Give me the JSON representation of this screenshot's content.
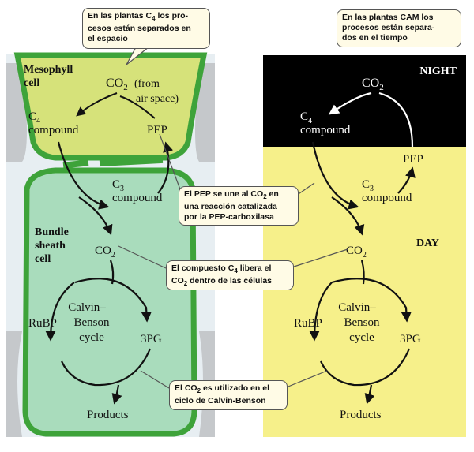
{
  "c4_panel": {
    "mesophyll_label_1": "Mesophyll",
    "mesophyll_label_2": "cell",
    "co2_source": "CO",
    "co2_source_sub": "2",
    "co2_from_1": "(from",
    "co2_from_2": "air space)",
    "c4_compound_a": "C",
    "c4_compound_sub": "4",
    "c4_compound_b": "compound",
    "pep": "PEP",
    "c3_compound_a": "C",
    "c3_compound_sub": "3",
    "c3_compound_b": "compound",
    "bundle_label_1": "Bundle",
    "bundle_label_2": "sheath",
    "bundle_label_3": "cell",
    "co2_inner": "CO",
    "co2_inner_sub": "2",
    "rubp": "RuBP",
    "calvin_1": "Calvin–",
    "calvin_2": "Benson",
    "calvin_3": "cycle",
    "pg3": "3PG",
    "products": "Products"
  },
  "cam_panel": {
    "night_label": "NIGHT",
    "day_label": "DAY",
    "co2_top": "CO",
    "co2_top_sub": "2",
    "c4_compound_a": "C",
    "c4_compound_sub": "4",
    "c4_compound_b": "compound",
    "pep": "PEP",
    "c3_compound_a": "C",
    "c3_compound_sub": "3",
    "c3_compound_b": "compound",
    "co2_inner": "CO",
    "co2_inner_sub": "2",
    "rubp": "RuBP",
    "calvin_1": "Calvin–",
    "calvin_2": "Benson",
    "calvin_3": "cycle",
    "pg3": "3PG",
    "products": "Products"
  },
  "callouts": {
    "c4_note_1": "En las plantas C",
    "c4_note_sub": "4",
    "c4_note_2": "  los pro-",
    "c4_note_3": "cesos están separados en",
    "c4_note_4": "el espacio",
    "cam_note_1": "En las plantas CAM  los",
    "cam_note_2": "procesos están separa-",
    "cam_note_3": "dos en el tiempo",
    "pep_note_1": "El PEP se une al CO",
    "pep_note_sub": "2",
    "pep_note_2": " en",
    "pep_note_3": "una reacción catalizada",
    "pep_note_4": "por la PEP-carboxilasa",
    "c4_release_1": "El compuesto C",
    "c4_release_sub": "4",
    "c4_release_2": " libera el",
    "c4_release_3": "CO",
    "c4_release_sub2": "2",
    "c4_release_4": " dentro de las células",
    "calvin_note_1": "El CO",
    "calvin_note_sub": "2",
    "calvin_note_2": " es utilizado en el",
    "calvin_note_3": "ciclo de Calvin-Benson"
  },
  "colors": {
    "mesophyll_fill": "#d6e27a",
    "bundle_fill": "#a9dcbc",
    "wall_green": "#3ea33a",
    "night_fill": "#000000",
    "day_fill": "#f6f08a",
    "callout_fill": "#fffbe6"
  }
}
